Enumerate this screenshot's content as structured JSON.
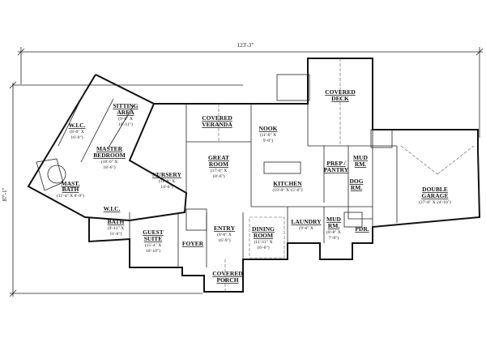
{
  "overall": {
    "width": "123'-3\"",
    "depth": "87'-1\""
  },
  "rooms": [
    {
      "id": "sitting-area",
      "name": [
        "SITTING",
        "AREA"
      ],
      "dims": [
        "(9'-6\" X",
        "10'-11\")"
      ]
    },
    {
      "id": "master-wic",
      "name": [
        "W.I.C."
      ],
      "dims": [
        "(8'-0\" X",
        "16'-0\")"
      ]
    },
    {
      "id": "master-bedroom",
      "name": [
        "MASTER",
        "BEDROOM"
      ],
      "dims": [
        "(18'-0\" X",
        "18'-6\")"
      ]
    },
    {
      "id": "master-bath",
      "name": [
        "MAST.",
        "BATH"
      ],
      "dims": [
        "(11'-4\" X 8'-9\")"
      ]
    },
    {
      "id": "nursery",
      "name": [
        "NURSERY"
      ],
      "dims": [
        "(11'-8\" X",
        "14'-6\")"
      ]
    },
    {
      "id": "covered-veranda",
      "name": [
        "COVERED",
        "VERANDA"
      ],
      "dims": []
    },
    {
      "id": "great-room",
      "name": [
        "GREAT",
        "ROOM"
      ],
      "dims": [
        "(17'-0\" X",
        "18'-6\")"
      ]
    },
    {
      "id": "nook",
      "name": [
        "NOOK"
      ],
      "dims": [
        "(11'-0\" X",
        "9'-0\")"
      ]
    },
    {
      "id": "covered-deck",
      "name": [
        "COVERED",
        "DECK"
      ],
      "dims": []
    },
    {
      "id": "prep-pantry",
      "name": [
        "PREP /",
        "PANTRY"
      ],
      "dims": []
    },
    {
      "id": "mud-room-upper",
      "name": [
        "MUD",
        "RM."
      ],
      "dims": []
    },
    {
      "id": "kitchen",
      "name": [
        "KITCHEN"
      ],
      "dims": [
        "(19'-0\" X 15'-0\")"
      ]
    },
    {
      "id": "dog-room",
      "name": [
        "DOG",
        "RM."
      ],
      "dims": []
    },
    {
      "id": "double-garage",
      "name": [
        "DOUBLE",
        "GARAGE"
      ],
      "dims": [
        "(27'-8\" X 24'-10\")"
      ]
    },
    {
      "id": "guest-wic",
      "name": [
        "W.I.C."
      ],
      "dims": []
    },
    {
      "id": "guest-bath",
      "name": [
        "BATH"
      ],
      "dims": [
        "(9'-11\" X",
        "11'-6\")"
      ]
    },
    {
      "id": "guest-suite",
      "name": [
        "GUEST",
        "SUITE"
      ],
      "dims": [
        "(15'-4\" X",
        "16'-10\")"
      ]
    },
    {
      "id": "foyer",
      "name": [
        "FOYER"
      ],
      "dims": []
    },
    {
      "id": "entry",
      "name": [
        "ENTRY"
      ],
      "dims": [
        "(8'-6\" X",
        "16'-9\")"
      ]
    },
    {
      "id": "covered-porch",
      "name": [
        "COVERED",
        "PORCH"
      ],
      "dims": []
    },
    {
      "id": "dining-room",
      "name": [
        "DINING",
        "ROOM"
      ],
      "dims": [
        "(11'-11\" X",
        "16'-6\")"
      ]
    },
    {
      "id": "laundry",
      "name": [
        "LAUNDRY"
      ],
      "dims": [
        "(9'-6\" X"
      ]
    },
    {
      "id": "mud-room-lower",
      "name": [
        "MUD",
        "RM."
      ],
      "dims": [
        "(8'-8\" X",
        "7'-8\")"
      ]
    },
    {
      "id": "powder-room",
      "name": [
        "PDR."
      ],
      "dims": []
    }
  ]
}
